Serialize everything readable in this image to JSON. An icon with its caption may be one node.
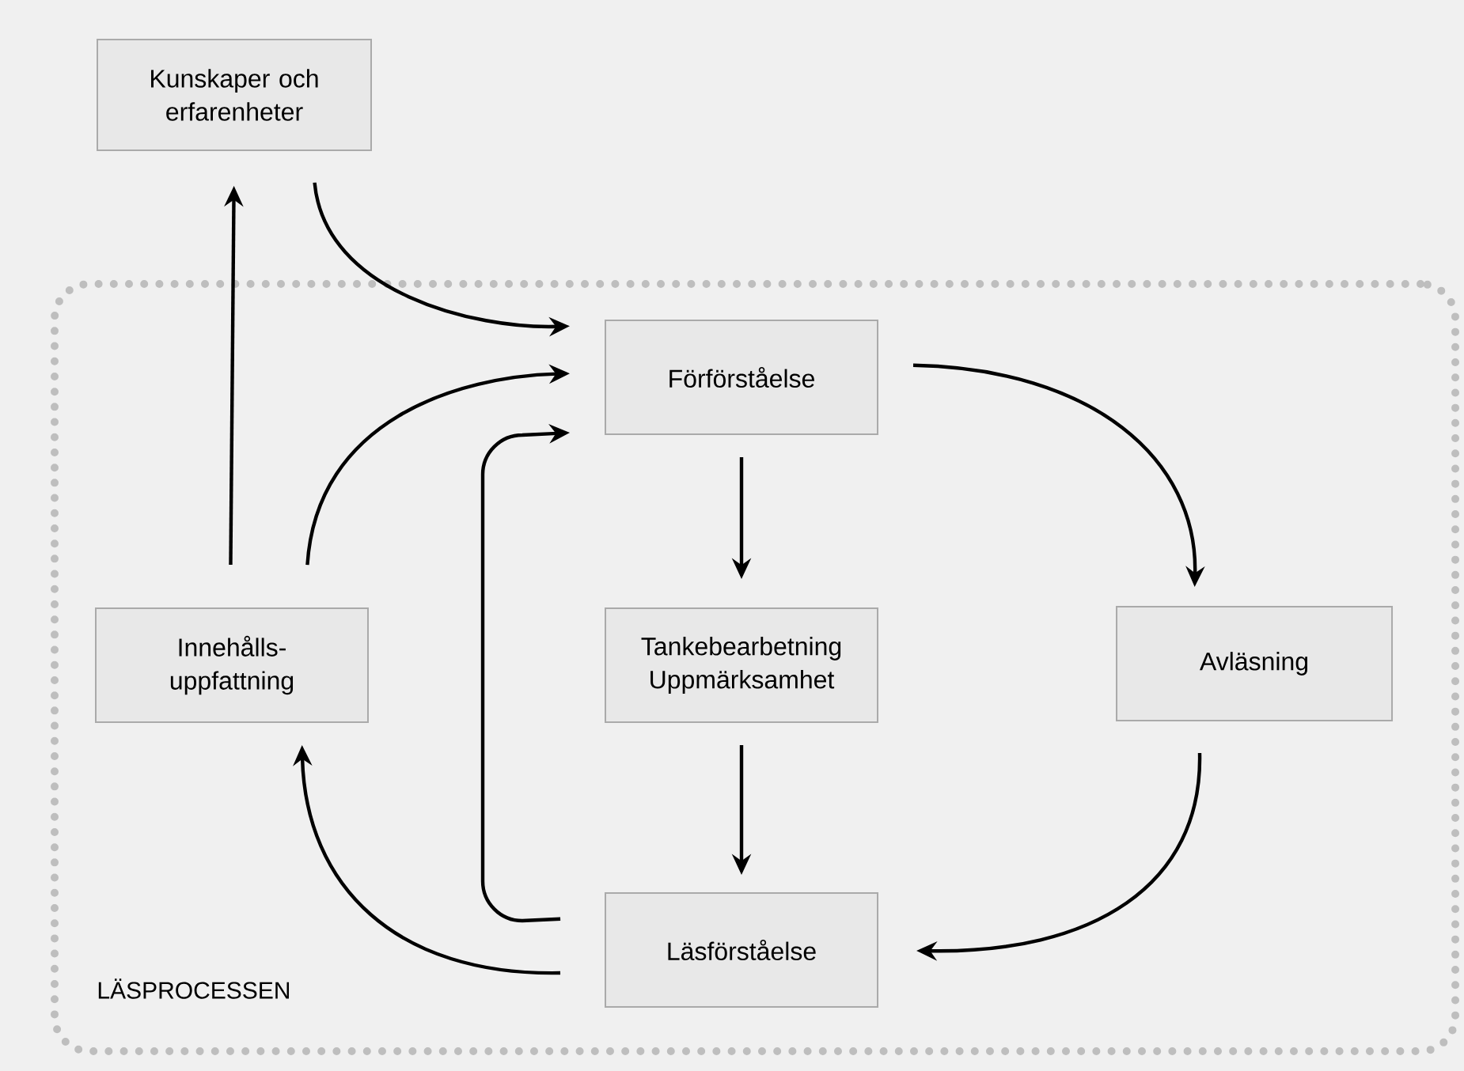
{
  "diagram": {
    "nodes": [
      {
        "text": [
          "Kunskaper och erfarenheter"
        ]
      },
      {
        "text": [
          "LÄSPROCESSEN"
        ]
      },
      {
        "text": [
          "Förförståelse"
        ],
        "in": 1
      },
      {
        "text": [
          "Innehålls- uppfattning"
        ],
        "in": 1
      },
      {
        "text": [
          "Tankebearbetning Uppmärksamhet"
        ],
        "in": 1
      },
      {
        "text": [
          "Avläsning"
        ],
        "in": 1
      },
      {
        "text": [
          "Läsförståelse"
        ],
        "in": 1
      }
    ],
    "edges": [
      {
        "from": 0,
        "to": 2,
        "arrow": "to"
      },
      {
        "from": 3,
        "to": 0,
        "arrow": "to"
      },
      {
        "from": 3,
        "to": 2,
        "arrow": "to"
      },
      {
        "from": 6,
        "to": 2,
        "arrow": "to"
      },
      {
        "from": 2,
        "to": 4,
        "arrow": "to"
      },
      {
        "from": 4,
        "to": 6,
        "arrow": "to"
      },
      {
        "from": 2,
        "to": 5,
        "arrow": "to"
      },
      {
        "from": 5,
        "to": 6,
        "arrow": "to"
      },
      {
        "from": 6,
        "to": 3,
        "arrow": "to"
      }
    ]
  }
}
